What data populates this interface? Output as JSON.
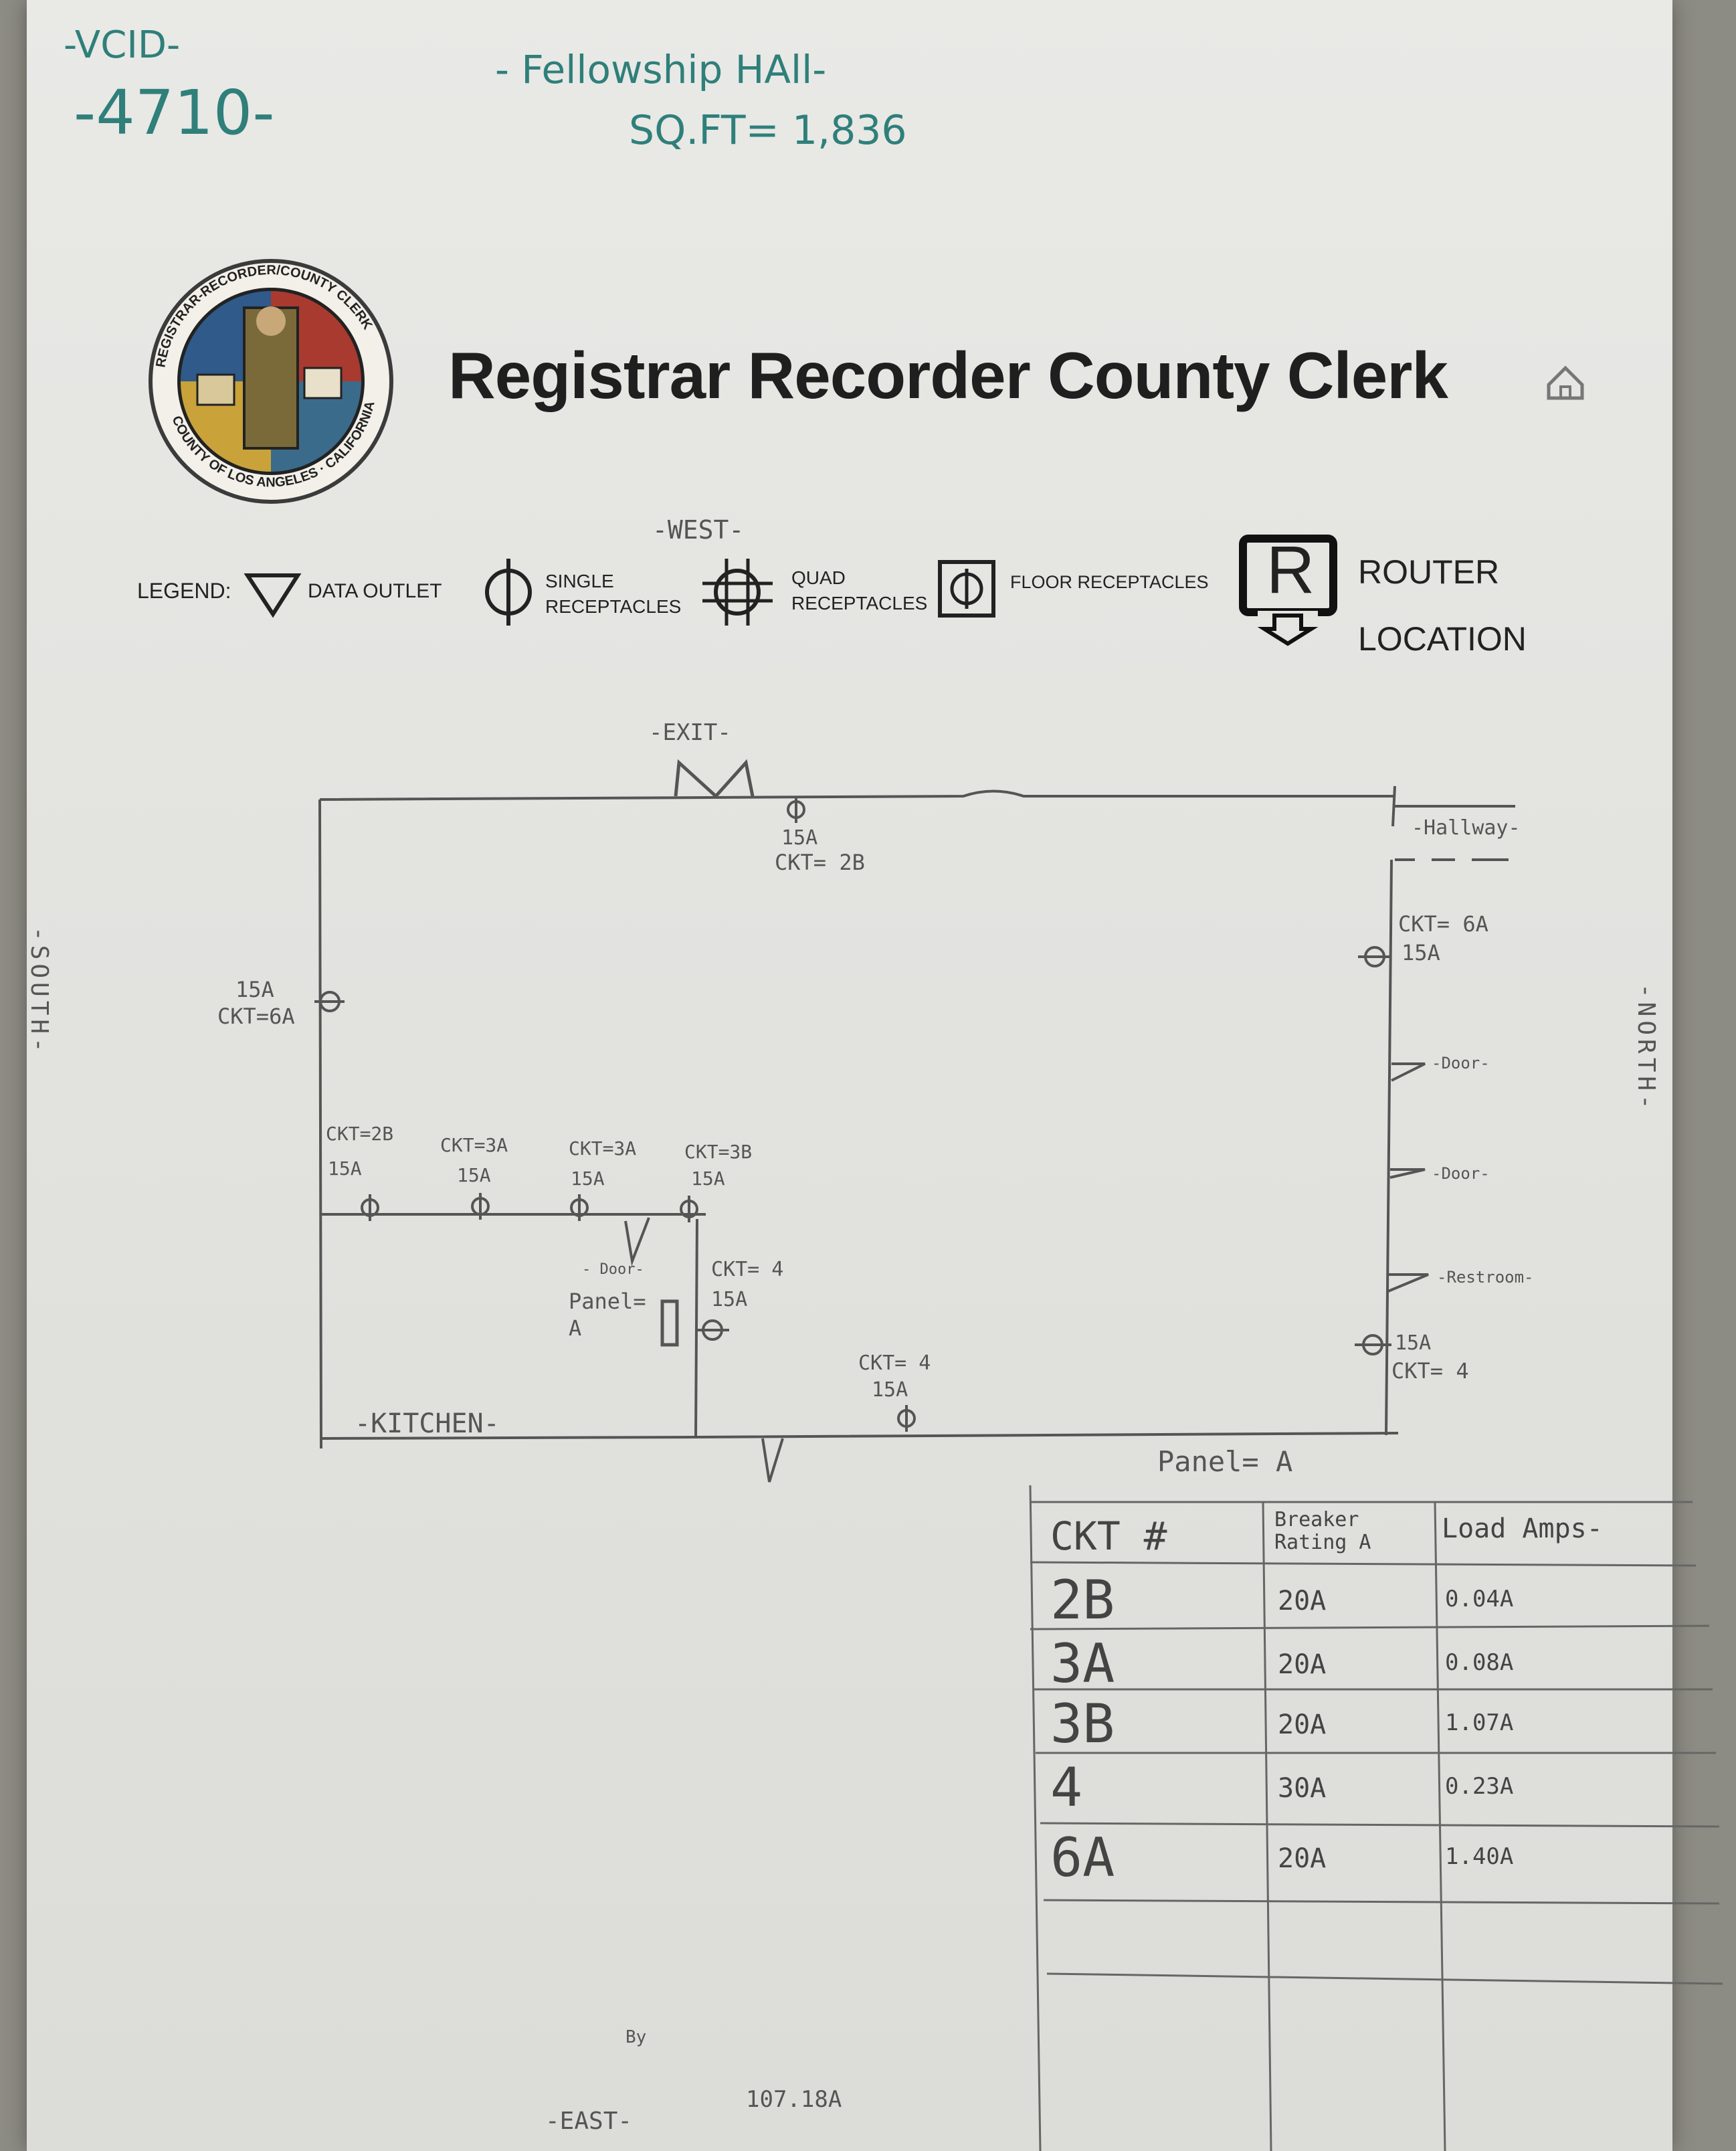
{
  "header": {
    "vcid_label": "-VCID-",
    "vcid_value": "-4710-",
    "location": "- Fellowship HAll-",
    "sqft": "SQ.FT= 1,836"
  },
  "title": "Registrar Recorder County Clerk",
  "seal": {
    "top_text": "REGISTRAR-RECORDER/COUNTY CLERK",
    "bottom_text": "COUNTY OF LOS ANGELES · CALIFORNIA"
  },
  "compass": {
    "west": "-WEST-",
    "east": "-EAST-",
    "north": "-NORTH-",
    "south": "-SOUTH-"
  },
  "legend": {
    "label": "LEGEND:",
    "data_outlet": "DATA OUTLET",
    "single": "SINGLE RECEPTACLES",
    "quad": "QUAD RECEPTACLES",
    "floor": "FLOOR RECEPTACLES",
    "router_letter": "R",
    "router": "ROUTER LOCATION"
  },
  "floorplan": {
    "exit": "-EXIT-",
    "hallway": "-Hallway-",
    "kitchen": "-KITCHEN-",
    "door1": "-Door-",
    "door2": "-Door-",
    "door3": "- Door-",
    "restroom": "-Restroom-",
    "panel_inside": "Panel= A",
    "panel_outside": "Panel= A",
    "labels": {
      "top_amp": "15A",
      "top_ckt": "CKT= 2B",
      "left_amp": "15A",
      "left_ckt": "CKT=6A",
      "rt_ckt": "CKT= 6A",
      "rt_amp": "15A",
      "rb_amp": "15A",
      "rb_ckt": "CKT= 4",
      "k1_ckt": "CKT=2B",
      "k1_amp": "15A",
      "k2_ckt": "CKT=3A",
      "k2_amp": "15A",
      "k3_ckt": "CKT=3A",
      "k3_amp": "15A",
      "k4_ckt": "CKT=3B",
      "k4_amp": "15A",
      "k5_ckt": "CKT= 4",
      "k5_amp": "15A",
      "b_ckt": "CKT= 4",
      "b_amp": "15A"
    }
  },
  "table": {
    "headers": [
      "CKT #",
      "Breaker Rating A",
      "Load Amps-"
    ],
    "rows": [
      [
        "2B",
        "20A",
        "0.04A"
      ],
      [
        "3A",
        "20A",
        "0.08A"
      ],
      [
        "3B",
        "20A",
        "1.07A"
      ],
      [
        "4",
        "30A",
        "0.23A"
      ],
      [
        "6A",
        "20A",
        "1.40A"
      ]
    ]
  },
  "footer": {
    "by": "By",
    "total": "107.18A"
  }
}
